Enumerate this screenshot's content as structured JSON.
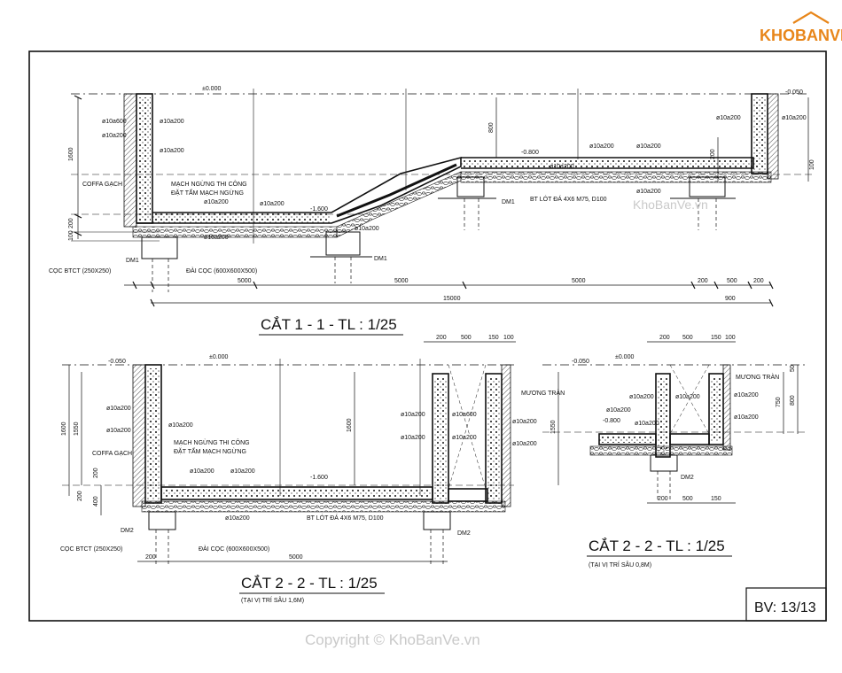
{
  "logo": {
    "text": "KHOBANVE"
  },
  "watermark": {
    "copyright": "Copyright © KhoBanVe.vn",
    "center": "KhoBanVe.vn"
  },
  "sheet_no": "BV: 13/13",
  "section1": {
    "title": "CẮT 1 - 1 - TL : 1/25",
    "level_top": "±0.000",
    "level_right": "-0.050",
    "level_mid": "-0.800",
    "level_low": "-1.600",
    "labels": {
      "coffa": "COFFA GẠCH",
      "mach1": "MẠCH NGỪNG THI CÔNG",
      "mach2": "ĐẶT TẤM MẠCH NGỪNG",
      "coc": "CỌC BTCT (250X250)",
      "dai": "ĐÀI CỌC (600X600X500)",
      "bt_lot": "BT LÓT ĐÁ 4X6 M75, D100",
      "dm1": "DM1"
    },
    "rebar": [
      "ø10a600",
      "ø10a200",
      "ø10a200",
      "ø10a200",
      "ø10a200",
      "ø10a200",
      "ø10a200",
      "ø10a200",
      "ø10a200",
      "ø10a200",
      "ø10a200",
      "ø10a200",
      "ø10a200",
      "ø10a200"
    ],
    "dims_bottom": [
      "5000",
      "5000",
      "5000",
      "200",
      "500",
      "200"
    ],
    "dim_total": "15000",
    "dim_right": "900",
    "dims_left": [
      "1600",
      "200",
      "100"
    ],
    "dims_right_v": [
      "800",
      "200",
      "100"
    ]
  },
  "section2": {
    "title": "CẮT 2 - 2 - TL : 1/25",
    "subtitle": "(TẠI VỊ TRÍ SÂU 1,6M)",
    "level_top": "±0.000",
    "level_left": "-0.050",
    "level_low": "-1.600",
    "labels": {
      "coffa": "COFFA GẠCH",
      "mach1": "MẠCH NGỪNG THI CÔNG",
      "mach2": "ĐẶT TẤM MẠCH NGỪNG",
      "coc": "CỌC BTCT (250X250)",
      "dai": "ĐÀI CỌC (600X600X500)",
      "bt_lot": "BT LÓT ĐÁ 4X6 M75, D100",
      "muong": "MƯƠNG TRÀN",
      "dm2": "DM2"
    },
    "rebar": [
      "ø10a200",
      "ø10a200",
      "ø10a200",
      "ø10a200",
      "ø10a200",
      "ø10a200",
      "ø10a200",
      "ø10a600",
      "ø10a200",
      "ø10a200",
      "ø10a200",
      "ø10a200"
    ],
    "dims_top": [
      "200",
      "500",
      "150",
      "100"
    ],
    "dims_left": [
      "1600",
      "1550",
      "200",
      "400",
      "200"
    ],
    "dim_mid": "1600",
    "dims_bottom": [
      "200",
      "5000"
    ]
  },
  "section3": {
    "title": "CẮT 2 - 2 - TL : 1/25",
    "subtitle": "(TẠI VỊ TRÍ SÂU 0,8M)",
    "level_top": "±0.000",
    "level_left": "-0.050",
    "level_mid": "-0.800",
    "labels": {
      "muong": "MƯƠNG TRÀN",
      "dm2": "DM2"
    },
    "rebar": [
      "ø10a200",
      "ø10a200",
      "ø10a200",
      "ø10a200",
      "ø10a200",
      "ø10a200"
    ],
    "dims_top": [
      "200",
      "500",
      "150",
      "100"
    ],
    "dims_right": [
      "50",
      "750",
      "800"
    ],
    "dim_left": "1550",
    "dims_bottom": [
      "200",
      "500",
      "150"
    ]
  },
  "colors": {
    "line": "#111111",
    "logo_orange": "#e8861a",
    "watermark": "#c9c9c9"
  }
}
